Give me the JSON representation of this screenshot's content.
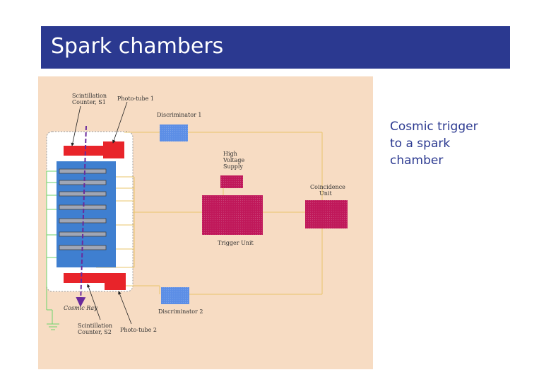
{
  "slide": {
    "title": "Spark chambers",
    "caption": "Cosmic trigger\nto a spark\nchamber"
  },
  "diagram": {
    "labels": {
      "scint1": [
        "Scintillation",
        "Counter, S1"
      ],
      "phototube1": "Photo-tube 1",
      "disc1": "Discriminator 1",
      "hv": [
        "High",
        "Voltage",
        "Supply"
      ],
      "coinc": [
        "Coincidence",
        "Unit"
      ],
      "trigger": "Trigger Unit",
      "cosmic": "Cosmic Ray",
      "scint2": [
        "Scintillation",
        "Counter, S2"
      ],
      "phototube2": "Photo-tube 2",
      "disc2": "Discriminator 2"
    }
  },
  "colors": {
    "title_bg": "#2b3990",
    "diagram_bg": "#f7dcc3",
    "red_counter": "#e8242a",
    "chamber_blue": "#3f7fd0",
    "discriminator_blue": "#5c8ee6",
    "unit_magenta": "#c0185a",
    "wire_yellow": "#e9c56b",
    "wire_green": "#6bd36b",
    "ray_purple": "#6a2a9c"
  }
}
